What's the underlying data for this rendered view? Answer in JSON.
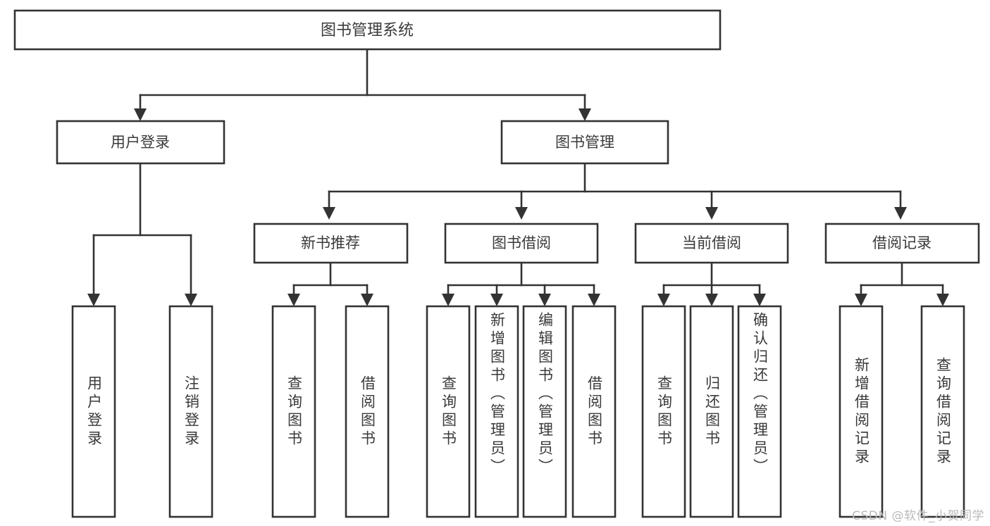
{
  "diagram": {
    "title": "图书管理系统",
    "watermark": "CSDN @软件_小贺同学",
    "colors": {
      "stroke": "#333333",
      "text": "#3a3a3a",
      "background": "#ffffff",
      "watermark": "#b9b9b9"
    },
    "root": {
      "label": "图书管理系统"
    },
    "level1": [
      {
        "label": "用户登录"
      },
      {
        "label": "图书管理"
      }
    ],
    "level2": [
      {
        "label": "新书推荐"
      },
      {
        "label": "图书借阅"
      },
      {
        "label": "当前借阅"
      },
      {
        "label": "借阅记录"
      }
    ],
    "leaves": {
      "user_login": [
        {
          "label": "用户登录"
        },
        {
          "label": "注销登录"
        }
      ],
      "new_book_recommend": [
        {
          "label": "查询图书"
        },
        {
          "label": "借阅图书"
        }
      ],
      "book_borrow": [
        {
          "label": "查询图书"
        },
        {
          "label": "新增图书（管理员）"
        },
        {
          "label": "编辑图书（管理员）"
        },
        {
          "label": "借阅图书"
        }
      ],
      "current_borrow": [
        {
          "label": "查询图书"
        },
        {
          "label": "归还图书"
        },
        {
          "label": "确认归还（管理员）"
        }
      ],
      "borrow_record": [
        {
          "label": "新增借阅记录"
        },
        {
          "label": "查询借阅记录"
        }
      ]
    }
  }
}
